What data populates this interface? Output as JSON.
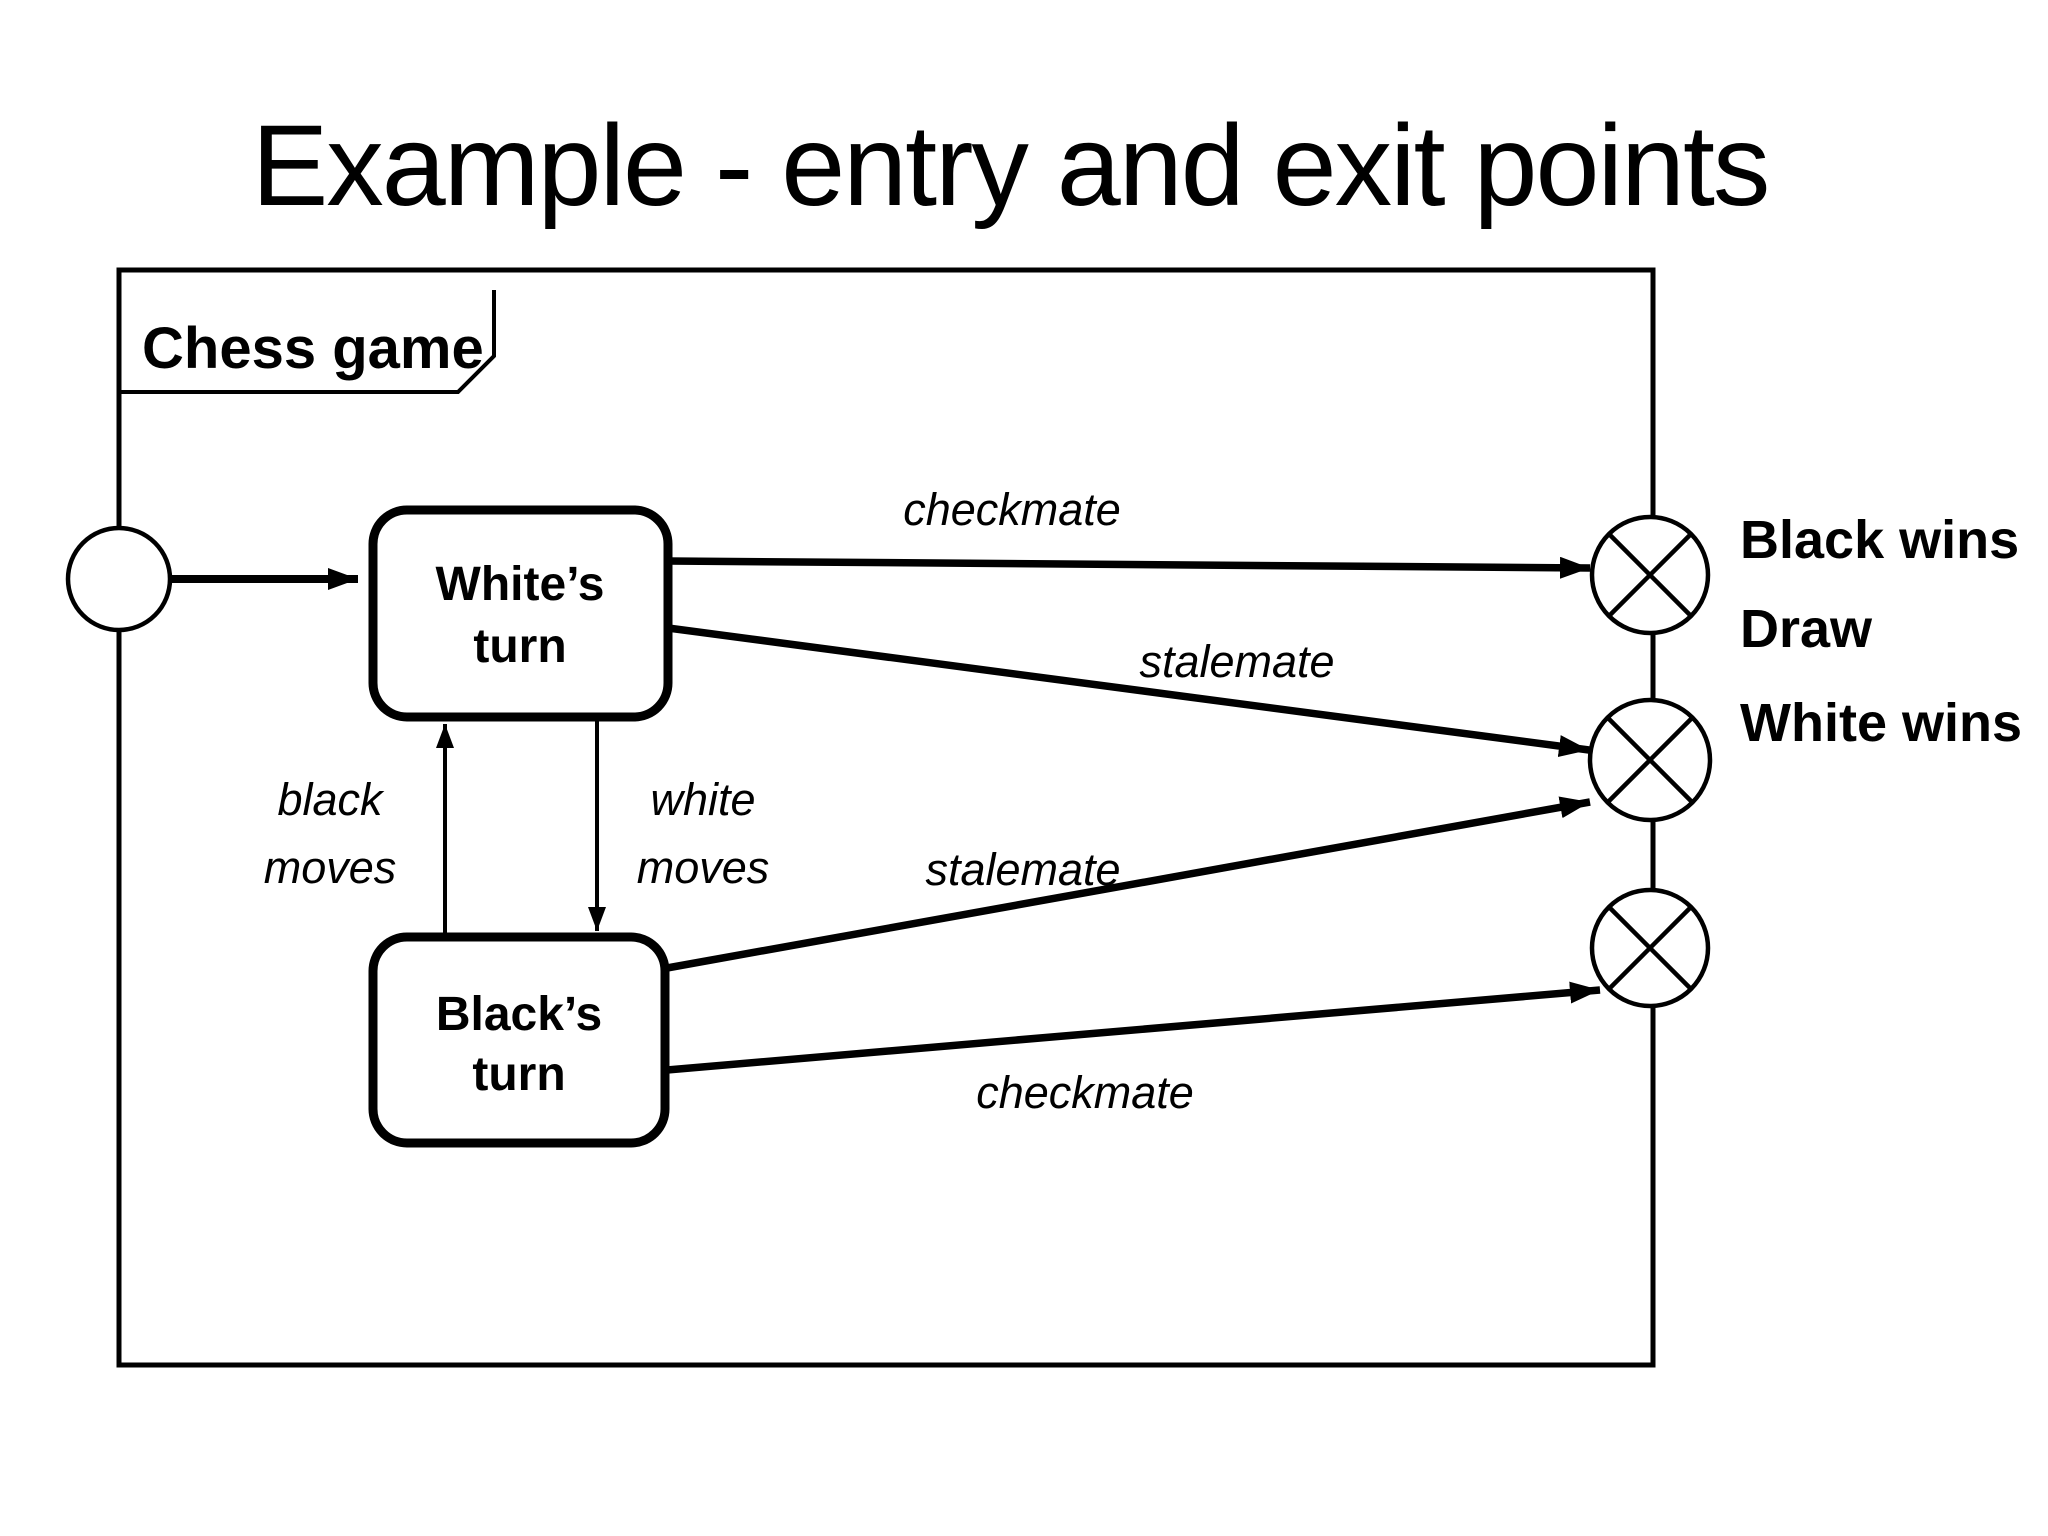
{
  "title": "Example - entry and exit points",
  "frame_label": "Chess game",
  "states": {
    "white": {
      "line1": "White’s",
      "line2": "turn"
    },
    "black": {
      "line1": "Black’s",
      "line2": "turn"
    }
  },
  "transitions": {
    "white_checkmate": "checkmate",
    "white_stalemate": "stalemate",
    "black_stalemate": "stalemate",
    "black_checkmate": "checkmate",
    "black_moves": {
      "line1": "black",
      "line2": "moves"
    },
    "white_moves": {
      "line1": "white",
      "line2": "moves"
    }
  },
  "outcomes": {
    "black_wins": "Black wins",
    "draw": "Draw",
    "white_wins": "White wins"
  },
  "colors": {
    "ink": "#000000",
    "background": "#ffffff"
  }
}
